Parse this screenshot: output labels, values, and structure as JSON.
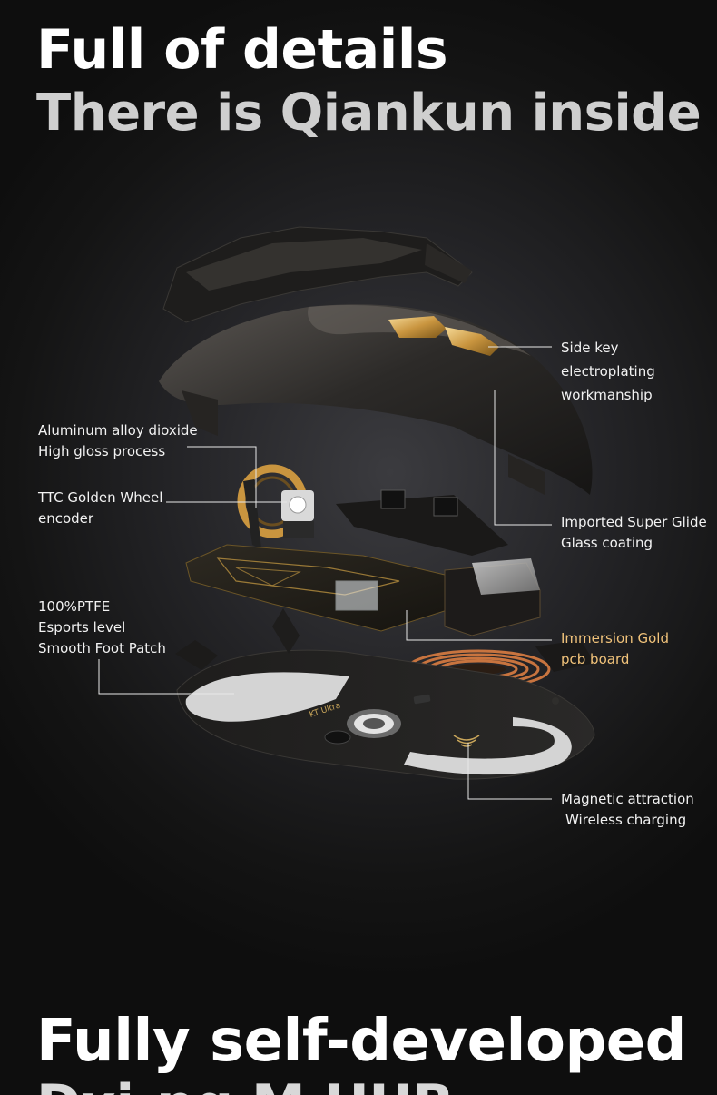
{
  "headline": {
    "line1": "Full of details",
    "line2": "There is Qiankun inside",
    "line3": "Fully self-developed",
    "line4": "Dxi-ng M HUB"
  },
  "callouts": {
    "side_key": [
      "Side key",
      "electroplating",
      "workmanship"
    ],
    "aluminum": [
      "Aluminum alloy dioxide",
      "High gloss process"
    ],
    "wheel": [
      "TTC Golden Wheel",
      "encoder"
    ],
    "glide": [
      "Imported Super Glide",
      "Glass coating"
    ],
    "ptfe": [
      "100%PTFE",
      "Esports level",
      "Smooth Foot Patch"
    ],
    "pcb": [
      "Immersion Gold",
      "pcb board"
    ],
    "charging": [
      "Magnetic attraction",
      "Wireless charging"
    ]
  },
  "product_marks": {
    "model_text": "KT Ultra"
  },
  "colors": {
    "gold_accent": "#f0c27a",
    "copper_coil": "#c8743f"
  },
  "icons": [
    "wireless-charging-icon"
  ]
}
